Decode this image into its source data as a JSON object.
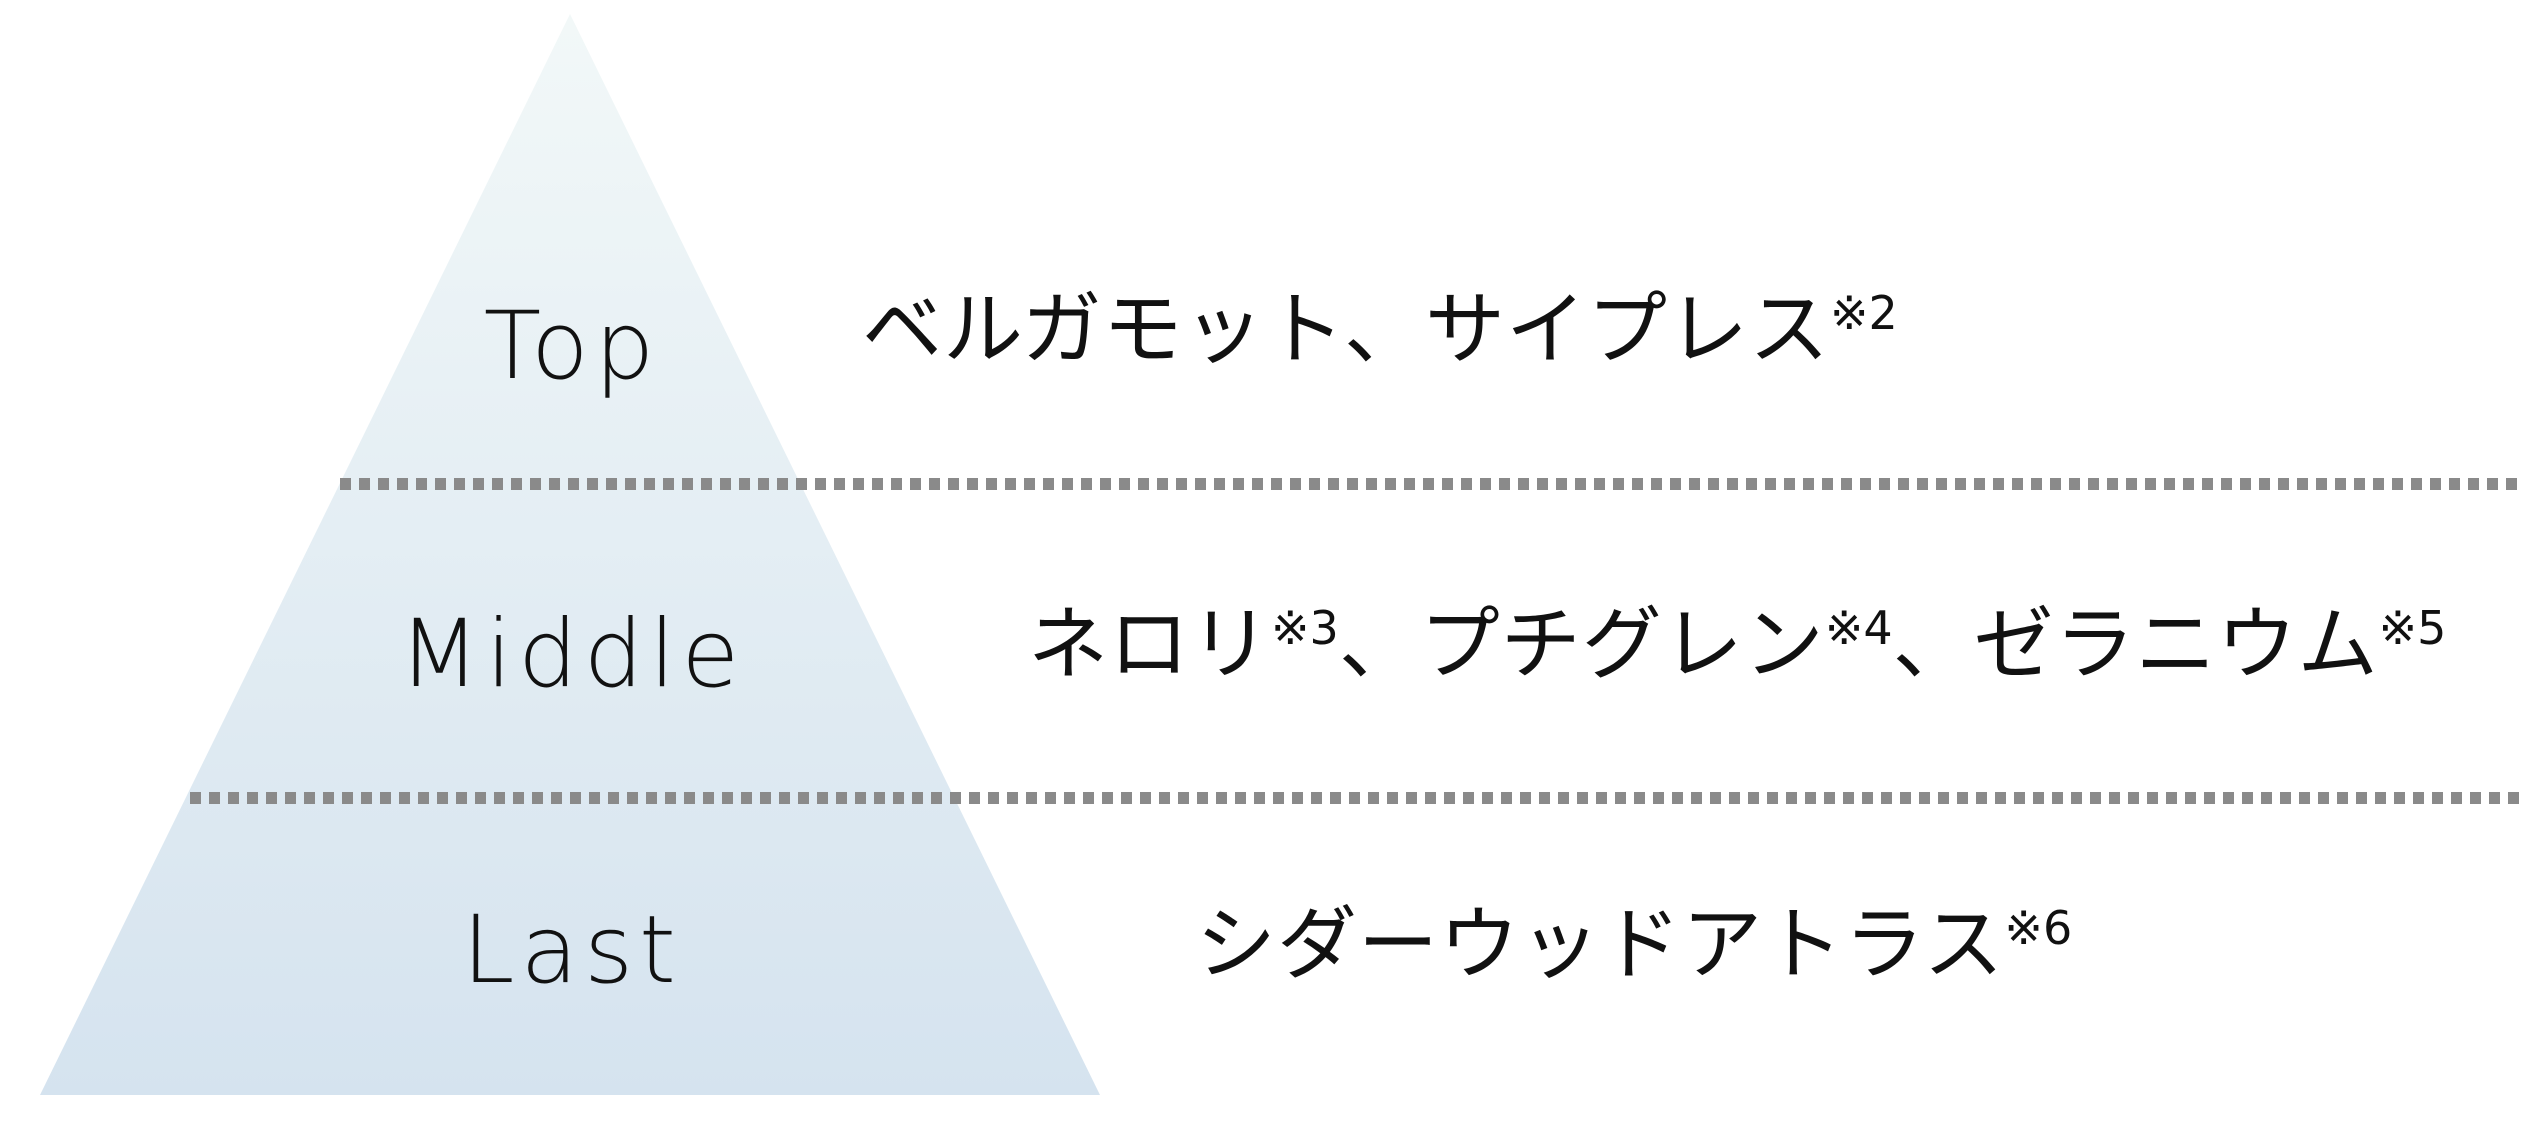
{
  "tiers": [
    {
      "label": "Top",
      "notes": [
        {
          "text": "ベルガモット、サイプレス",
          "ref": "※2"
        }
      ]
    },
    {
      "label": "Middle",
      "notes": [
        {
          "text": "ネロリ",
          "ref": "※3"
        },
        {
          "text": "、プチグレン",
          "ref": "※4"
        },
        {
          "text": "、ゼラニウム",
          "ref": "※5"
        }
      ]
    },
    {
      "label": "Last",
      "notes": [
        {
          "text": "シダーウッドアトラス",
          "ref": "※6"
        }
      ]
    }
  ],
  "colors": {
    "pyramid_top": "#f2f8f8",
    "pyramid_bottom": "#d5e3ef",
    "divider": "#8a8a8a",
    "text": "#111111"
  }
}
